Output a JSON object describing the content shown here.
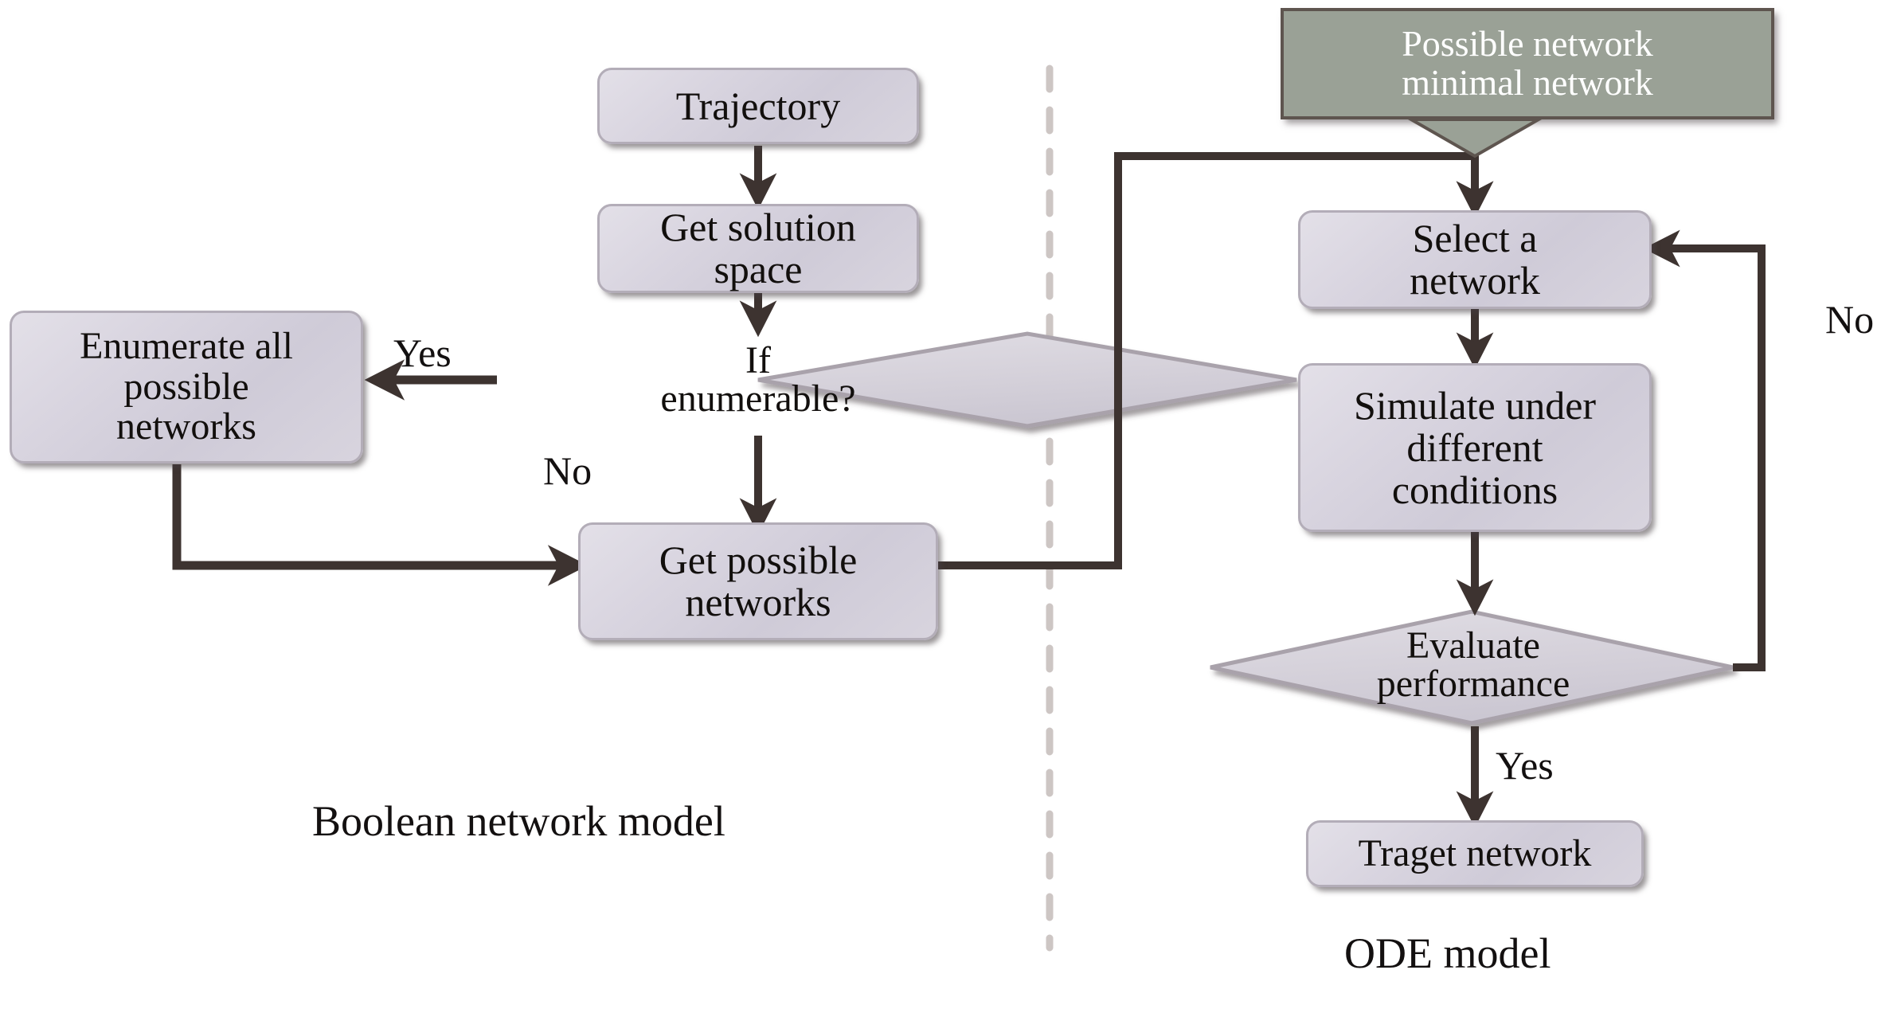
{
  "diagram": {
    "title_left": "Boolean network model",
    "title_right": "ODE model",
    "colors": {
      "box_fill": "#d6d2dc",
      "box_border": "#b3adb8",
      "banner_fill": "#9aa196",
      "banner_border": "#5e554f",
      "banner_text": "#ffffff",
      "connector": "#3d3330",
      "divider": "#cdc6c4",
      "text": "#120f0d"
    },
    "nodes": [
      {
        "id": "trajectory",
        "shape": "rounded-rect",
        "label": "Trajectory"
      },
      {
        "id": "get-solution-space",
        "shape": "rounded-rect",
        "label": "Get solution\nspace"
      },
      {
        "id": "if-enumerable",
        "shape": "diamond",
        "label": "If\nenumerable?"
      },
      {
        "id": "enumerate-all",
        "shape": "rounded-rect",
        "label": "Enumerate all\npossible\nnetworks"
      },
      {
        "id": "get-possible",
        "shape": "rounded-rect",
        "label": "Get possible\nnetworks"
      },
      {
        "id": "possible-minimal",
        "shape": "banner",
        "label": "Possible network\nminimal network"
      },
      {
        "id": "select-network",
        "shape": "rounded-rect",
        "label": "Select a\nnetwork"
      },
      {
        "id": "simulate",
        "shape": "rounded-rect",
        "label": "Simulate under\ndifferent\nconditions"
      },
      {
        "id": "evaluate",
        "shape": "diamond",
        "label": "Evaluate\nperformance"
      },
      {
        "id": "target-network",
        "shape": "rounded-rect",
        "label": "Traget network"
      }
    ],
    "node_text": {
      "trajectory": "Trajectory",
      "get_solution_space_l1": "Get solution",
      "get_solution_space_l2": "space",
      "if_enumerable_l1": "If",
      "if_enumerable_l2": "enumerable?",
      "enumerate_all_l1": "Enumerate all",
      "enumerate_all_l2": "possible",
      "enumerate_all_l3": "networks",
      "get_possible_l1": "Get possible",
      "get_possible_l2": "networks",
      "possible_minimal_l1": "Possible network",
      "possible_minimal_l2": "minimal network",
      "select_network_l1": "Select a",
      "select_network_l2": "network",
      "simulate_l1": "Simulate under",
      "simulate_l2": "different",
      "simulate_l3": "conditions",
      "evaluate_l1": "Evaluate",
      "evaluate_l2": "performance",
      "target_network": "Traget network"
    },
    "edge_labels": {
      "yes_enumerable": "Yes",
      "no_enumerable": "No",
      "yes_evaluate": "Yes",
      "no_evaluate": "No"
    },
    "edges": [
      {
        "from": "trajectory",
        "to": "get-solution-space",
        "label": ""
      },
      {
        "from": "get-solution-space",
        "to": "if-enumerable",
        "label": ""
      },
      {
        "from": "if-enumerable",
        "to": "enumerate-all",
        "label": "Yes"
      },
      {
        "from": "if-enumerable",
        "to": "get-possible",
        "label": "No"
      },
      {
        "from": "enumerate-all",
        "to": "get-possible",
        "label": ""
      },
      {
        "from": "get-possible",
        "to": "select-network",
        "label": ""
      },
      {
        "from": "possible-minimal",
        "to": "select-network",
        "label": ""
      },
      {
        "from": "select-network",
        "to": "simulate",
        "label": ""
      },
      {
        "from": "simulate",
        "to": "evaluate",
        "label": ""
      },
      {
        "from": "evaluate",
        "to": "target-network",
        "label": "Yes"
      },
      {
        "from": "evaluate",
        "to": "select-network",
        "label": "No"
      }
    ]
  }
}
